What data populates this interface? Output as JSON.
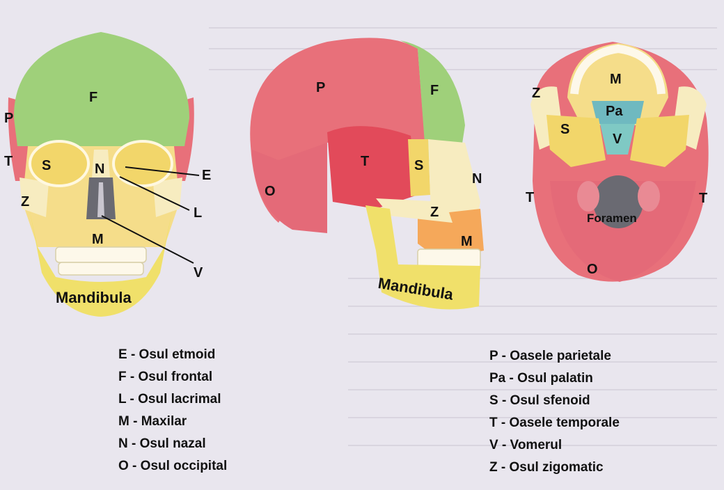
{
  "colors": {
    "page": "#e9e6ee",
    "frontal": "#9fd07a",
    "parietal": "#e8707a",
    "temporal": "#e24a5a",
    "sphenoid": "#f2d66a",
    "maxilla": "#f5dd8a",
    "mandible": "#f0e06a",
    "zygomatic": "#f7ecc0",
    "vomer": "#7fc9c4",
    "palatine": "#6fb9c0",
    "occipital": "#e46a78"
  },
  "front_view": {
    "labels": {
      "F": "F",
      "P": "P",
      "T": "T",
      "S": "S",
      "N": "N",
      "Z": "Z",
      "M": "M",
      "E": "E",
      "L": "L",
      "V": "V",
      "mandible": "Mandibula"
    }
  },
  "side_view": {
    "labels": {
      "P": "P",
      "F": "F",
      "O": "O",
      "T": "T",
      "S": "S",
      "N": "N",
      "Z": "Z",
      "M": "M",
      "mandible": "Mandibula"
    }
  },
  "base_view": {
    "labels": {
      "M": "M",
      "Z": "Z",
      "Pa": "Pa",
      "S": "S",
      "V": "V",
      "T_left": "T",
      "T_right": "T",
      "foramen": "Foramen",
      "O": "O"
    }
  },
  "legend": {
    "left": [
      "E - Osul etmoid",
      "F - Osul frontal",
      "L - Osul lacrimal",
      "M - Maxilar",
      "N - Osul nazal",
      "O - Osul occipital"
    ],
    "right": [
      "P - Oasele parietale",
      "Pa - Osul palatin",
      "S - Osul sfenoid",
      "T - Oasele temporale",
      "V - Vomerul",
      "Z - Osul zigomatic"
    ]
  }
}
